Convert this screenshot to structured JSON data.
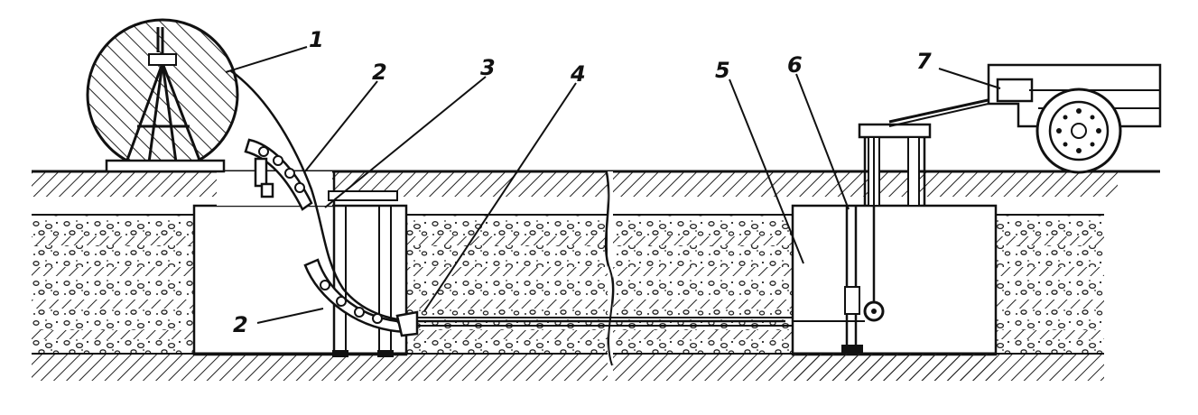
{
  "callouts": [
    {
      "id": "cable-drum",
      "text": "1"
    },
    {
      "id": "guide-chute-top",
      "text": "2"
    },
    {
      "id": "cable",
      "text": "3"
    },
    {
      "id": "guide-nozzle",
      "text": "4"
    },
    {
      "id": "tow-cable",
      "text": "5"
    },
    {
      "id": "winch-mast",
      "text": "6"
    },
    {
      "id": "winch-truck",
      "text": "7"
    },
    {
      "id": "guide-chute-bottom",
      "text": "2"
    }
  ]
}
